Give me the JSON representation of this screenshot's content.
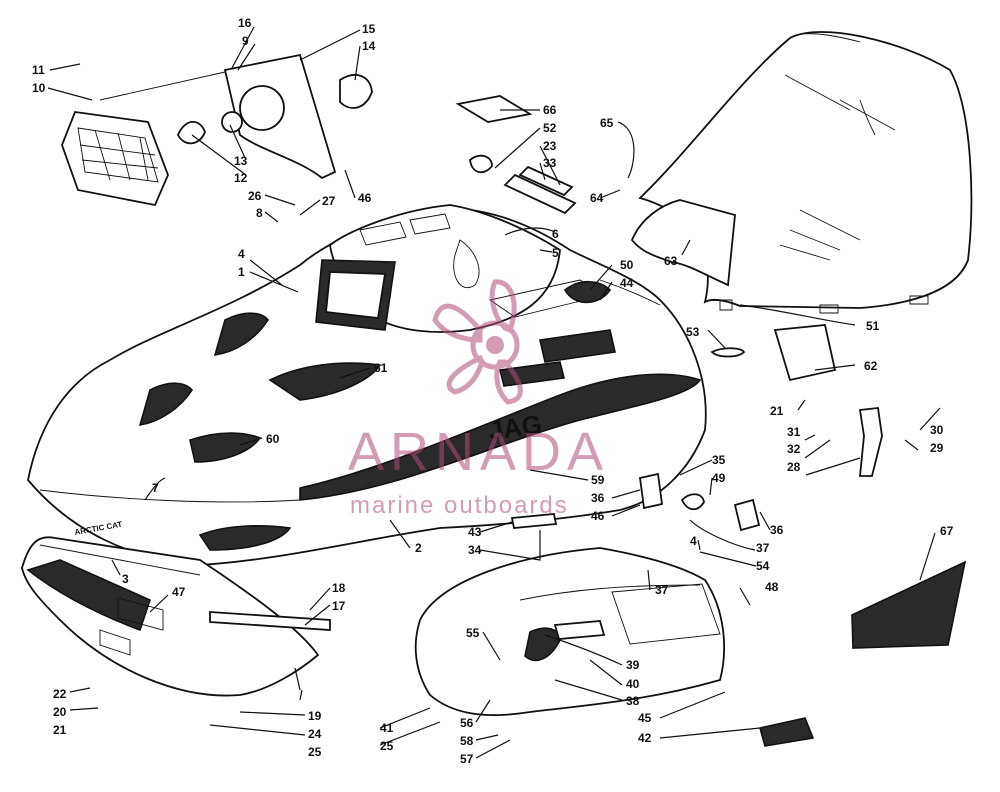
{
  "watermark": {
    "brand": "ARNADA",
    "tagline": "marine outboards",
    "color": "#b04c78"
  },
  "decals": {
    "hood": "JAG",
    "nose": "ARCTIC CAT"
  },
  "callouts": [
    {
      "id": "c11",
      "text": "11"
    },
    {
      "id": "c10",
      "text": "10"
    },
    {
      "id": "c16",
      "text": "16"
    },
    {
      "id": "c9",
      "text": "9"
    },
    {
      "id": "c15",
      "text": "15"
    },
    {
      "id": "c14",
      "text": "14"
    },
    {
      "id": "c13",
      "text": "13"
    },
    {
      "id": "c12",
      "text": "12"
    },
    {
      "id": "c26",
      "text": "26"
    },
    {
      "id": "c27",
      "text": "27"
    },
    {
      "id": "c8",
      "text": "8"
    },
    {
      "id": "c46a",
      "text": "46"
    },
    {
      "id": "c66",
      "text": "66"
    },
    {
      "id": "c52",
      "text": "52"
    },
    {
      "id": "c23",
      "text": "23"
    },
    {
      "id": "c33",
      "text": "33"
    },
    {
      "id": "c65",
      "text": "65"
    },
    {
      "id": "c64",
      "text": "64"
    },
    {
      "id": "c63",
      "text": "63"
    },
    {
      "id": "c6",
      "text": "6"
    },
    {
      "id": "c5",
      "text": "5"
    },
    {
      "id": "c50",
      "text": "50"
    },
    {
      "id": "c44",
      "text": "44"
    },
    {
      "id": "c51",
      "text": "51"
    },
    {
      "id": "c4a",
      "text": "4"
    },
    {
      "id": "c1",
      "text": "1"
    },
    {
      "id": "c53",
      "text": "53"
    },
    {
      "id": "c62",
      "text": "62"
    },
    {
      "id": "c61",
      "text": "61"
    },
    {
      "id": "c21a",
      "text": "21"
    },
    {
      "id": "c30",
      "text": "30"
    },
    {
      "id": "c31",
      "text": "31"
    },
    {
      "id": "c29",
      "text": "29"
    },
    {
      "id": "c32",
      "text": "32"
    },
    {
      "id": "c28",
      "text": "28"
    },
    {
      "id": "c60",
      "text": "60"
    },
    {
      "id": "c59",
      "text": "59"
    },
    {
      "id": "c36a",
      "text": "36"
    },
    {
      "id": "c46b",
      "text": "46"
    },
    {
      "id": "c35",
      "text": "35"
    },
    {
      "id": "c49",
      "text": "49"
    },
    {
      "id": "c36b",
      "text": "36"
    },
    {
      "id": "c7",
      "text": "7"
    },
    {
      "id": "c2",
      "text": "2"
    },
    {
      "id": "c43",
      "text": "43"
    },
    {
      "id": "c34",
      "text": "34"
    },
    {
      "id": "c4b",
      "text": "4"
    },
    {
      "id": "c37a",
      "text": "37"
    },
    {
      "id": "c54",
      "text": "54"
    },
    {
      "id": "c37b",
      "text": "37"
    },
    {
      "id": "c48",
      "text": "48"
    },
    {
      "id": "c67",
      "text": "67"
    },
    {
      "id": "c3",
      "text": "3"
    },
    {
      "id": "c47",
      "text": "47"
    },
    {
      "id": "c18",
      "text": "18"
    },
    {
      "id": "c17",
      "text": "17"
    },
    {
      "id": "c55",
      "text": "55"
    },
    {
      "id": "c39",
      "text": "39"
    },
    {
      "id": "c40",
      "text": "40"
    },
    {
      "id": "c38",
      "text": "38"
    },
    {
      "id": "c22",
      "text": "22"
    },
    {
      "id": "c20",
      "text": "20"
    },
    {
      "id": "c21b",
      "text": "21"
    },
    {
      "id": "c19",
      "text": "19"
    },
    {
      "id": "c24",
      "text": "24"
    },
    {
      "id": "c25a",
      "text": "25"
    },
    {
      "id": "c41",
      "text": "41"
    },
    {
      "id": "c25b",
      "text": "25"
    },
    {
      "id": "c56",
      "text": "56"
    },
    {
      "id": "c58",
      "text": "58"
    },
    {
      "id": "c57",
      "text": "57"
    },
    {
      "id": "c45",
      "text": "45"
    },
    {
      "id": "c42",
      "text": "42"
    }
  ]
}
